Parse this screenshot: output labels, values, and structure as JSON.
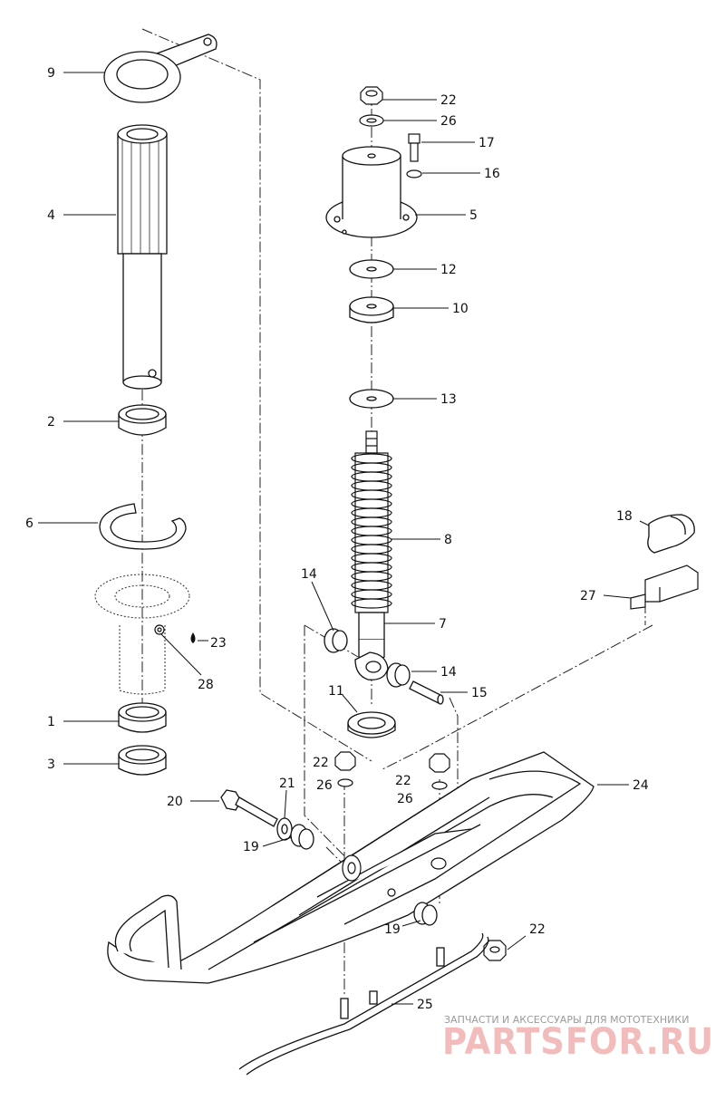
{
  "callouts": [
    {
      "id": "c9",
      "text": "9"
    },
    {
      "id": "c4",
      "text": "4"
    },
    {
      "id": "c2",
      "text": "2"
    },
    {
      "id": "c6",
      "text": "6"
    },
    {
      "id": "c23",
      "text": "23"
    },
    {
      "id": "c28",
      "text": "28"
    },
    {
      "id": "c1",
      "text": "1"
    },
    {
      "id": "c3",
      "text": "3"
    },
    {
      "id": "c22a",
      "text": "22"
    },
    {
      "id": "c26a",
      "text": "26"
    },
    {
      "id": "c17",
      "text": "17"
    },
    {
      "id": "c16",
      "text": "16"
    },
    {
      "id": "c5",
      "text": "5"
    },
    {
      "id": "c12",
      "text": "12"
    },
    {
      "id": "c10",
      "text": "10"
    },
    {
      "id": "c13",
      "text": "13"
    },
    {
      "id": "c8",
      "text": "8"
    },
    {
      "id": "c14a",
      "text": "14"
    },
    {
      "id": "c7",
      "text": "7"
    },
    {
      "id": "c14b",
      "text": "14"
    },
    {
      "id": "c11",
      "text": "11"
    },
    {
      "id": "c15",
      "text": "15"
    },
    {
      "id": "c18",
      "text": "18"
    },
    {
      "id": "c27",
      "text": "27"
    },
    {
      "id": "c22b",
      "text": "22"
    },
    {
      "id": "c26b",
      "text": "26"
    },
    {
      "id": "c22c",
      "text": "22"
    },
    {
      "id": "c26c",
      "text": "26"
    },
    {
      "id": "c24",
      "text": "24"
    },
    {
      "id": "c20",
      "text": "20"
    },
    {
      "id": "c21",
      "text": "21"
    },
    {
      "id": "c19a",
      "text": "19"
    },
    {
      "id": "c19b",
      "text": "19"
    },
    {
      "id": "c22d",
      "text": "22"
    },
    {
      "id": "c25",
      "text": "25"
    }
  ],
  "watermark": {
    "tagline": "ЗАПЧАСТИ И АКСЕССУАРЫ ДЛЯ МОТОТЕХНИКИ",
    "brand": "PARTSFOR.RU"
  }
}
